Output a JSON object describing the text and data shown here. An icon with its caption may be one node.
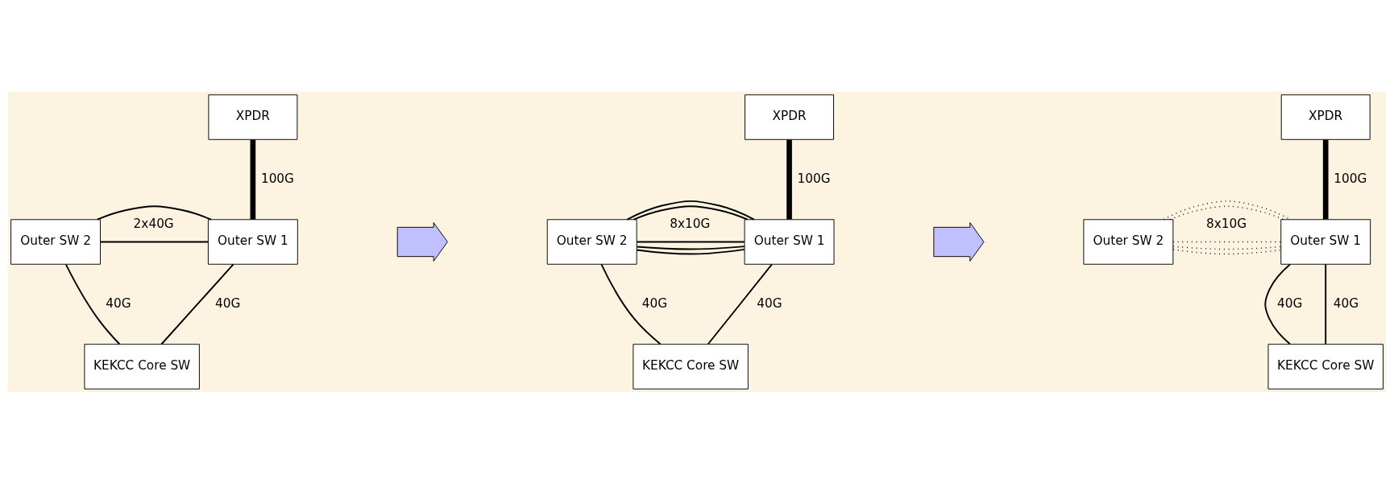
{
  "diagram": {
    "nodes": [
      {
        "text": [
          "XPDR"
        ]
      },
      {
        "text": [
          "Outer SW 2"
        ]
      },
      {
        "text": [
          "Outer SW 1"
        ]
      },
      {
        "text": [
          "KEKCC Core SW"
        ]
      },
      {
        "text": [],
        "shape": "arrow"
      },
      {
        "text": [
          "XPDR"
        ]
      },
      {
        "text": [
          "Outer SW 2"
        ]
      },
      {
        "text": [
          "Outer SW 1"
        ]
      },
      {
        "text": [
          "KEKCC Core SW"
        ]
      },
      {
        "text": [],
        "shape": "arrow"
      },
      {
        "text": [
          "XPDR"
        ]
      },
      {
        "text": [
          "Outer SW 2"
        ]
      },
      {
        "text": [
          "Outer SW 1"
        ]
      },
      {
        "text": [
          "KEKCC Core SW"
        ]
      }
    ],
    "edges": [
      {
        "from": 0,
        "to": 2,
        "arrow": "none",
        "label": "100G",
        "style": "thick"
      },
      {
        "from": 1,
        "to": 2,
        "arrow": "none",
        "label": "2x40G"
      },
      {
        "from": 1,
        "to": 2,
        "arrow": "none"
      },
      {
        "from": 1,
        "to": 3,
        "arrow": "none",
        "label": "40G"
      },
      {
        "from": 2,
        "to": 3,
        "arrow": "none",
        "label": "40G"
      },
      {
        "from": 5,
        "to": 7,
        "arrow": "none",
        "label": "100G",
        "style": "thick"
      },
      {
        "from": 6,
        "to": 7,
        "arrow": "none",
        "label": "8x10G"
      },
      {
        "from": 6,
        "to": 7,
        "arrow": "none"
      },
      {
        "from": 6,
        "to": 7,
        "arrow": "none"
      },
      {
        "from": 6,
        "to": 7,
        "arrow": "none"
      },
      {
        "from": 6,
        "to": 7,
        "arrow": "none"
      },
      {
        "from": 6,
        "to": 8,
        "arrow": "none",
        "label": "40G"
      },
      {
        "from": 7,
        "to": 8,
        "arrow": "none",
        "label": "40G"
      },
      {
        "from": 10,
        "to": 12,
        "arrow": "none",
        "label": "100G",
        "style": "thick"
      },
      {
        "from": 11,
        "to": 12,
        "arrow": "none",
        "label": "8x10G",
        "style": "dashed"
      },
      {
        "from": 11,
        "to": 12,
        "arrow": "none",
        "style": "dashed"
      },
      {
        "from": 11,
        "to": 12,
        "arrow": "none",
        "style": "dashed"
      },
      {
        "from": 11,
        "to": 12,
        "arrow": "none",
        "style": "dashed"
      },
      {
        "from": 11,
        "to": 12,
        "arrow": "none",
        "style": "dashed"
      },
      {
        "from": 12,
        "to": 13,
        "arrow": "none",
        "label": "40G"
      },
      {
        "from": 12,
        "to": 13,
        "arrow": "none",
        "label": "40G"
      }
    ]
  }
}
